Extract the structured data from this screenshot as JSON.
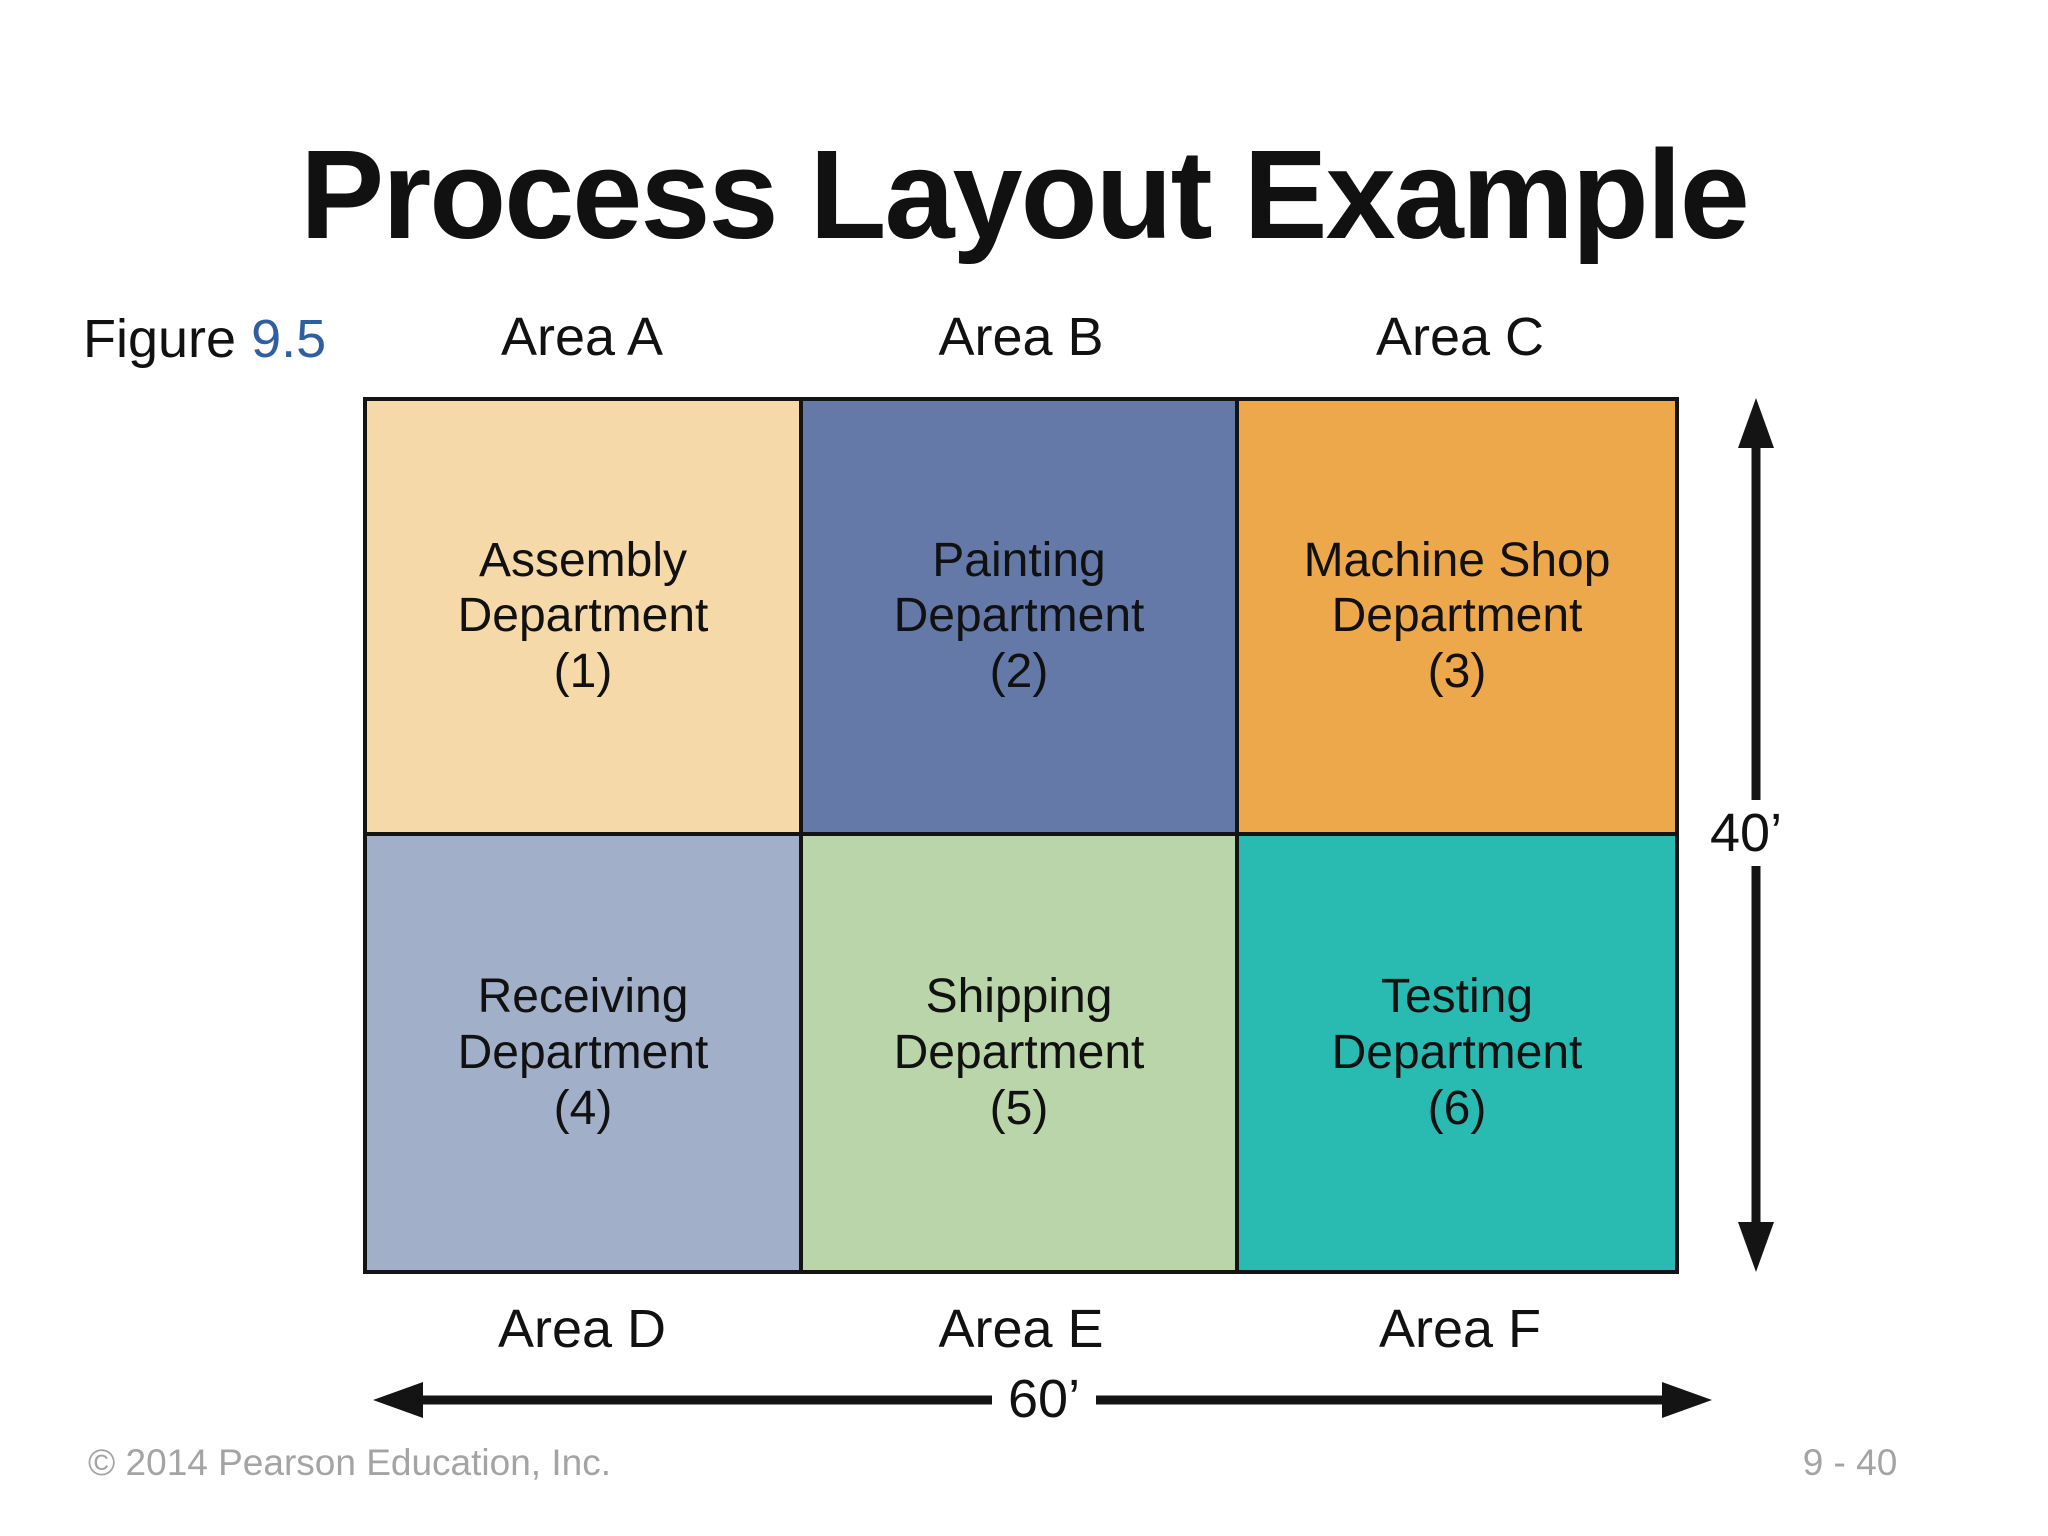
{
  "slide": {
    "title": "Process Layout Example",
    "figure_label": "Figure",
    "figure_number": "9.5",
    "footer_copyright": "© 2014 Pearson Education, Inc.",
    "footer_page": "9 - 40"
  },
  "layout_grid": {
    "top_area_labels": [
      "Area A",
      "Area B",
      "Area C"
    ],
    "bottom_area_labels": [
      "Area D",
      "Area E",
      "Area F"
    ],
    "departments": [
      {
        "lines": [
          "Assembly",
          "Department",
          "(1)"
        ],
        "area": "Area A",
        "color": "#F6D9A8"
      },
      {
        "lines": [
          "Painting",
          "Department",
          "(2)"
        ],
        "area": "Area B",
        "color": "#6479A8"
      },
      {
        "lines": [
          "Machine Shop",
          "Department",
          "(3)"
        ],
        "area": "Area C",
        "color": "#EDA84C"
      },
      {
        "lines": [
          "Receiving",
          "Department",
          "(4)"
        ],
        "area": "Area D",
        "color": "#A2AFC9"
      },
      {
        "lines": [
          "Shipping",
          "Department",
          "(5)"
        ],
        "area": "Area E",
        "color": "#BAD5AA"
      },
      {
        "lines": [
          "Testing",
          "Department",
          "(6)"
        ],
        "area": "Area F",
        "color": "#29BBB1"
      }
    ],
    "dimensions": {
      "width_label": "60’",
      "height_label": "40’"
    }
  },
  "colors": {
    "figure_number": "#2F5FA0",
    "footer_text": "#A4A4A4",
    "border": "#141414"
  }
}
